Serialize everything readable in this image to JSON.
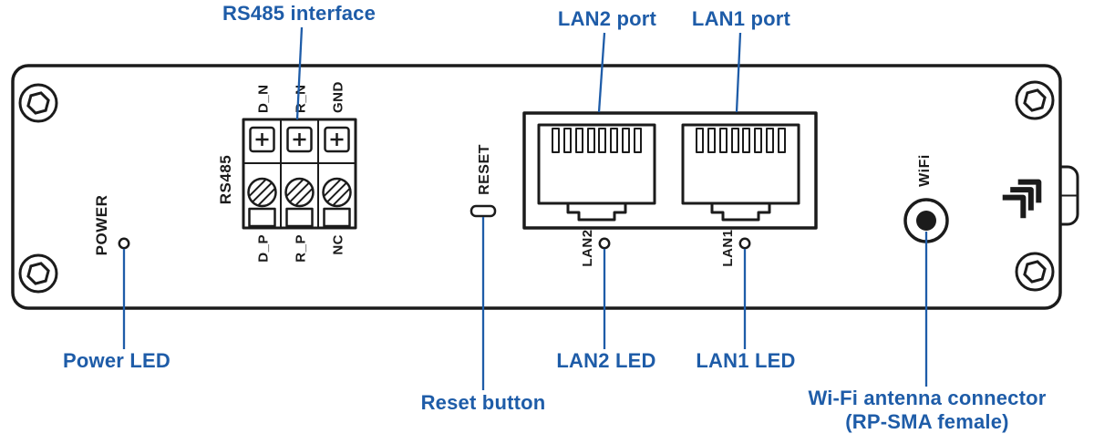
{
  "colors": {
    "callout_blue": "#1e5ca8",
    "line_dark": "#1b1b1b",
    "background": "#ffffff"
  },
  "callouts": {
    "rs485": {
      "label": "RS485 interface"
    },
    "lan2_port": {
      "label": "LAN2 port"
    },
    "lan1_port": {
      "label": "LAN1 port"
    },
    "power_led": {
      "label": "Power LED"
    },
    "reset_button": {
      "label": "Reset button"
    },
    "lan2_led": {
      "label": "LAN2 LED"
    },
    "lan1_led": {
      "label": "LAN1 LED"
    },
    "wifi_antenna": {
      "label_line1": "Wi-Fi antenna connector",
      "label_line2": "(RP-SMA female)"
    }
  },
  "panel": {
    "power_label": "POWER",
    "rs485_label": "RS485",
    "reset_label": "RESET",
    "wifi_label": "WiFi",
    "lan2_label": "LAN2",
    "lan1_label": "LAN1",
    "terminal_pins_top": [
      "D_N",
      "R_N",
      "GND"
    ],
    "terminal_pins_bottom": [
      "D_P",
      "R_P",
      "NC"
    ]
  }
}
